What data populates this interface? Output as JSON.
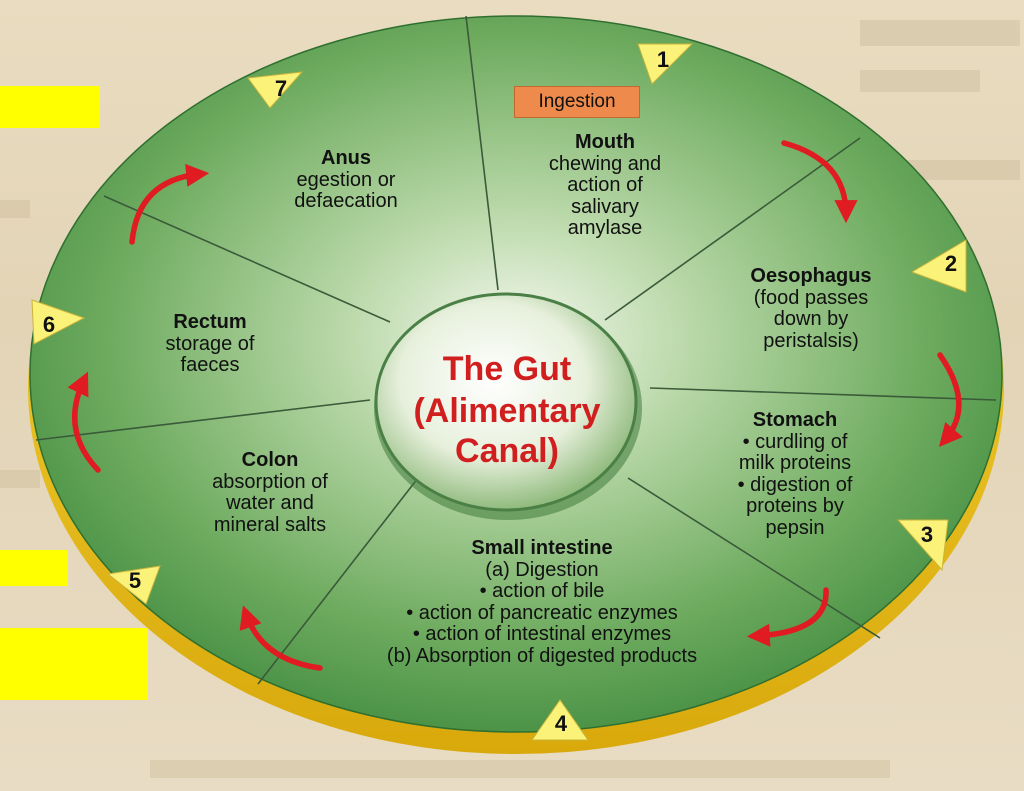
{
  "center": {
    "line1": "The Gut",
    "line2": "(Alimentary",
    "line3": "Canal)"
  },
  "tag": "Ingestion",
  "numbers": [
    "1",
    "2",
    "3",
    "4",
    "5",
    "6",
    "7"
  ],
  "segments": {
    "mouth": {
      "title": "Mouth",
      "l1": "chewing and",
      "l2": "action of",
      "l3": "salivary",
      "l4": "amylase"
    },
    "oesophagus": {
      "title": "Oesophagus",
      "l1": "(food passes",
      "l2": "down by",
      "l3": "peristalsis)"
    },
    "stomach": {
      "title": "Stomach",
      "l1": "• curdling of",
      "l2": "milk proteins",
      "l3": "• digestion of",
      "l4": "proteins by",
      "l5": "pepsin"
    },
    "small": {
      "title": "Small intestine",
      "l1": "(a) Digestion",
      "l2": "• action of bile",
      "l3": "• action of pancreatic enzymes",
      "l4": "• action of intestinal enzymes",
      "l5": "(b) Absorption of digested products"
    },
    "colon": {
      "title": "Colon",
      "l1": "absorption of",
      "l2": "water and",
      "l3": "mineral salts"
    },
    "rectum": {
      "title": "Rectum",
      "l1": "storage of",
      "l2": "faeces"
    },
    "anus": {
      "title": "Anus",
      "l1": "egestion or",
      "l2": "defaecation"
    }
  },
  "colors": {
    "disc_green": "#4f9a4a",
    "rim_yellow": "#f2cc1c",
    "center_red": "#d11e1e",
    "arrow_red": "#e01b22",
    "highlight": "#ffff00",
    "tag_orange": "#ee8a4c"
  }
}
